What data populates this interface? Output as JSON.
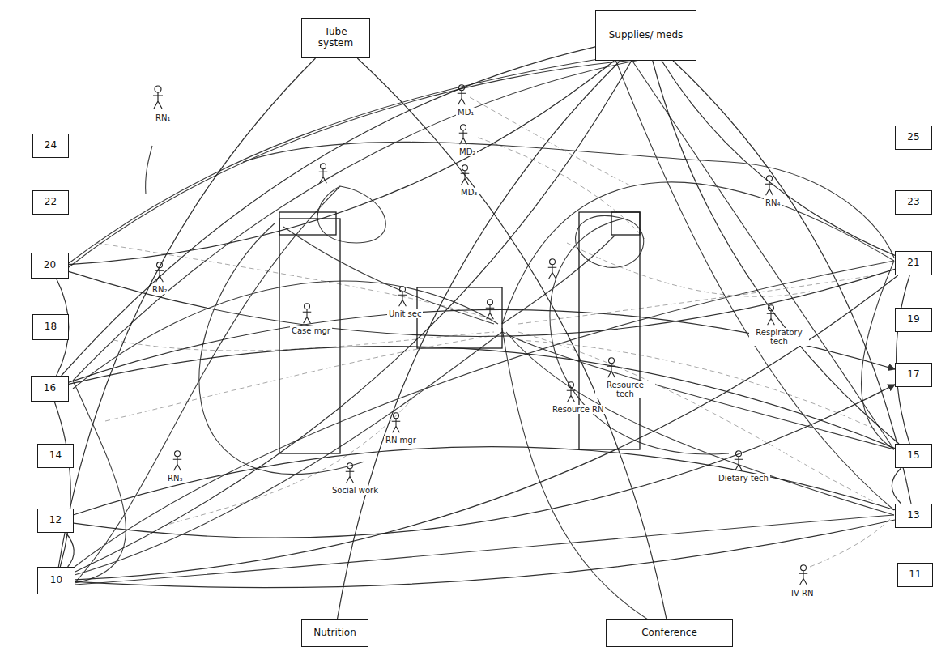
{
  "diagram": {
    "nodes": [
      {
        "text": [
          "Tube system"
        ]
      },
      {
        "text": [
          "Supplies/ meds"
        ]
      },
      {
        "text": [
          "24"
        ]
      },
      {
        "text": [
          "25"
        ]
      },
      {
        "text": [
          "22"
        ]
      },
      {
        "text": [
          "23"
        ]
      },
      {
        "text": [
          "20"
        ]
      },
      {
        "text": [
          "21"
        ]
      },
      {
        "text": [
          "18"
        ]
      },
      {
        "text": [
          "19"
        ]
      },
      {
        "text": [
          "16"
        ]
      },
      {
        "text": [
          "17"
        ]
      },
      {
        "text": [
          "14"
        ]
      },
      {
        "text": [
          "15"
        ]
      },
      {
        "text": [
          "12"
        ]
      },
      {
        "text": [
          "13"
        ]
      },
      {
        "text": [
          "10"
        ]
      },
      {
        "text": [
          "11"
        ]
      },
      {
        "text": [
          "Nutrition"
        ]
      },
      {
        "text": [
          "Conference"
        ]
      }
    ],
    "edges": [
      {
        "from": 6,
        "to": 1,
        "arrow": "none"
      },
      {
        "from": 10,
        "to": 1,
        "arrow": "none"
      },
      {
        "from": 16,
        "to": 1,
        "arrow": "none"
      },
      {
        "from": 7,
        "to": 1,
        "arrow": "none"
      },
      {
        "from": 15,
        "to": 1,
        "arrow": "none"
      },
      {
        "from": 13,
        "to": 1,
        "arrow": "none"
      },
      {
        "from": 6,
        "to": 10,
        "arrow": "none"
      },
      {
        "from": 10,
        "to": 16,
        "arrow": "none"
      },
      {
        "from": 14,
        "to": 16,
        "arrow": "none"
      },
      {
        "from": 7,
        "to": 13,
        "arrow": "none"
      },
      {
        "from": 13,
        "to": 15,
        "arrow": "none"
      },
      {
        "from": 10,
        "to": 13,
        "arrow": "none"
      },
      {
        "from": 16,
        "to": 7,
        "arrow": "none"
      },
      {
        "from": 14,
        "to": 15,
        "arrow": "none"
      },
      {
        "from": 6,
        "to": 7,
        "arrow": "none"
      },
      {
        "from": 10,
        "to": 11,
        "arrow": "to"
      },
      {
        "from": 14,
        "to": 11,
        "arrow": "to"
      },
      {
        "from": 0,
        "to": 19,
        "arrow": "none"
      },
      {
        "from": 0,
        "to": 16,
        "arrow": "none"
      },
      {
        "from": 18,
        "to": 1,
        "arrow": "none"
      },
      {
        "from": 16,
        "to": 15,
        "arrow": "none"
      }
    ],
    "labels": [
      "RN₁",
      "MD₁",
      "MD₂",
      "MD₃",
      "RN₄",
      "RN₂",
      "Case mgr",
      "Unit sec",
      "Respiratory tech",
      "Resource tech",
      "Resource RN",
      "RN mgr",
      "RN₃",
      "Social work",
      "Dietary tech",
      "IV RN"
    ]
  }
}
